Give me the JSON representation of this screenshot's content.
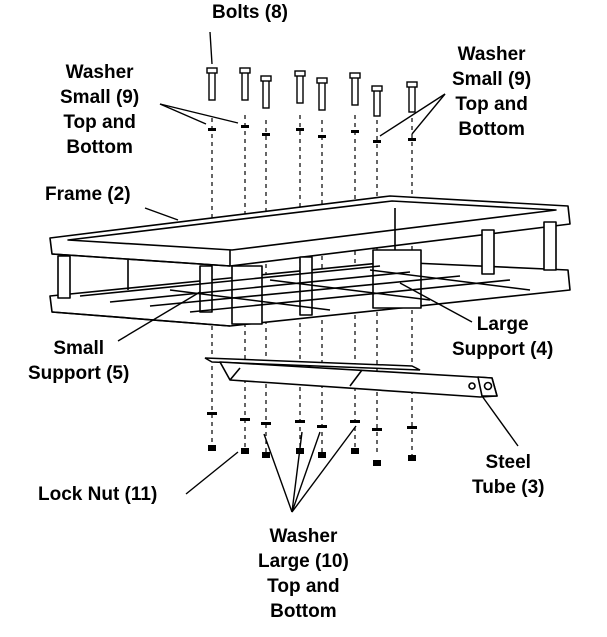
{
  "labels": {
    "bolts": [
      "Bolts (8)"
    ],
    "washer_small_left": [
      "Washer",
      "Small (9)",
      "Top and",
      "Bottom"
    ],
    "washer_small_right": [
      "Washer",
      "Small (9)",
      "Top and",
      "Bottom"
    ],
    "frame": [
      "Frame (2)"
    ],
    "small_support": [
      "Small",
      "Support (5)"
    ],
    "large_support": [
      "Large",
      "Support (4)"
    ],
    "steel_tube": [
      "Steel",
      "Tube (3)"
    ],
    "lock_nut": [
      "Lock Nut (11)"
    ],
    "washer_large": [
      "Washer",
      "Large (10)",
      "Top and",
      "Bottom"
    ]
  },
  "colors": {
    "line": "#000000",
    "background": "#ffffff"
  }
}
